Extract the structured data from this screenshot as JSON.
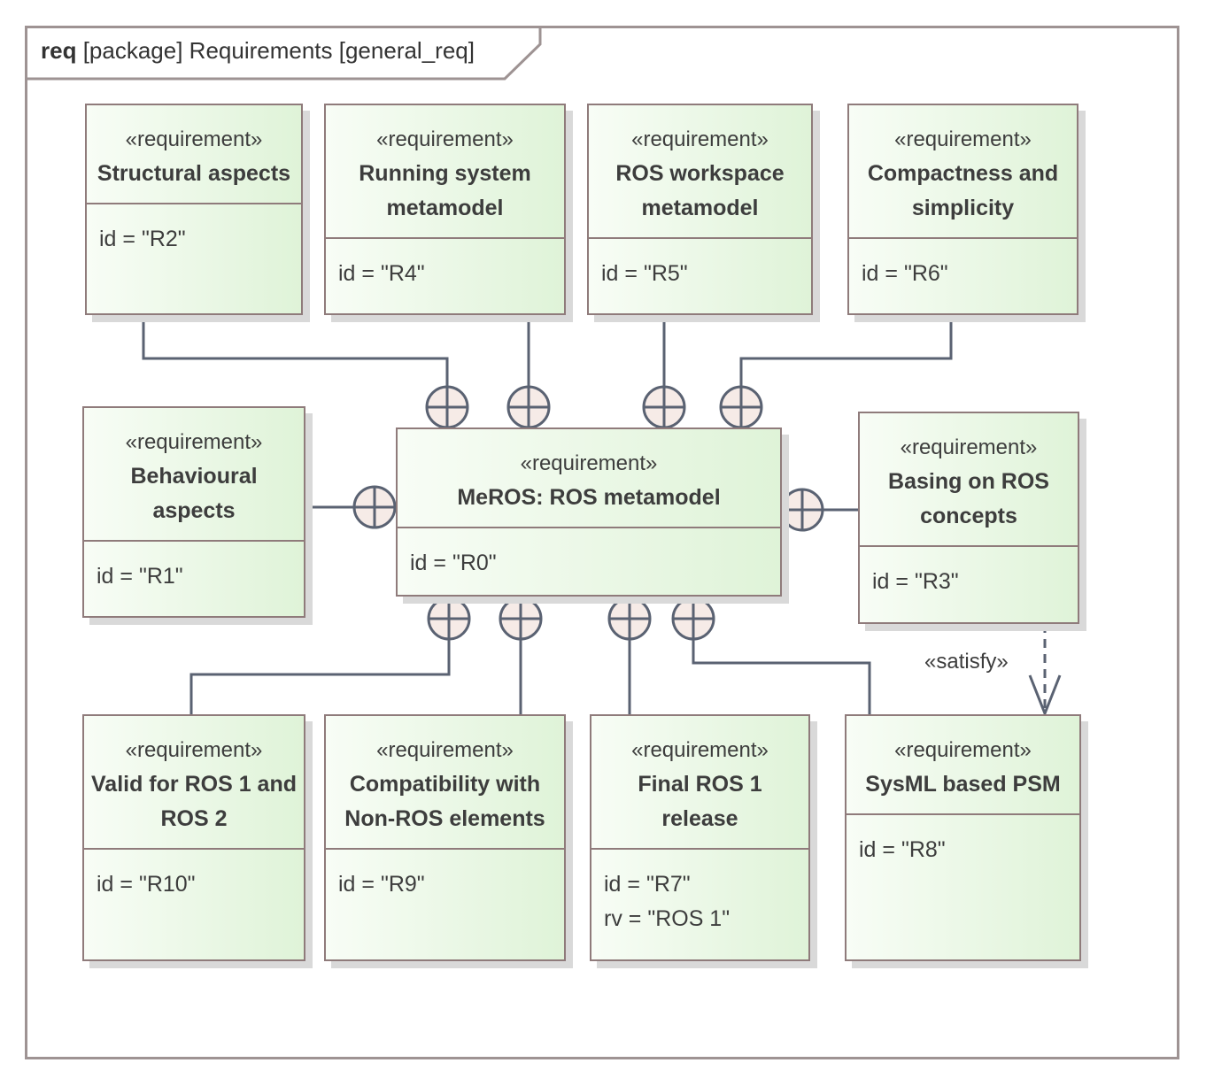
{
  "frame": {
    "keyword": "req",
    "title_rest": "[package] Requirements [general_req]"
  },
  "stereotype": "«requirement»",
  "requirements": {
    "r0": {
      "name": "MeROS: ROS metamodel",
      "id": "id = \"R0\""
    },
    "r1": {
      "name": "Behavioural aspects",
      "id": "id = \"R1\""
    },
    "r2": {
      "name": "Structural aspects",
      "id": "id = \"R2\""
    },
    "r3": {
      "name": "Basing on ROS concepts",
      "id": "id = \"R3\""
    },
    "r4": {
      "name": "Running system metamodel",
      "id": "id = \"R4\""
    },
    "r5": {
      "name": "ROS workspace metamodel",
      "id": "id = \"R5\""
    },
    "r6": {
      "name": "Compactness and simplicity",
      "id": "id = \"R6\""
    },
    "r7": {
      "name": "Final ROS 1 release",
      "id": "id = \"R7\"",
      "rv": "rv = \"ROS 1\""
    },
    "r8": {
      "name": "SysML based PSM",
      "id": "id = \"R8\""
    },
    "r9": {
      "name": "Compatibility with Non-ROS elements",
      "id": "id = \"R9\""
    },
    "r10": {
      "name": "Valid for ROS 1 and ROS 2",
      "id": "id = \"R10\""
    }
  },
  "relations": {
    "satisfy_label": "«satisfy»"
  },
  "colors": {
    "frame_border": "#9e9393",
    "box_border": "#8f7b7b",
    "box_fill_start": "#f8fdf6",
    "box_fill_end": "#dff3d8",
    "connector": "#5a6272",
    "containment_fill": "#f6ebe7"
  }
}
